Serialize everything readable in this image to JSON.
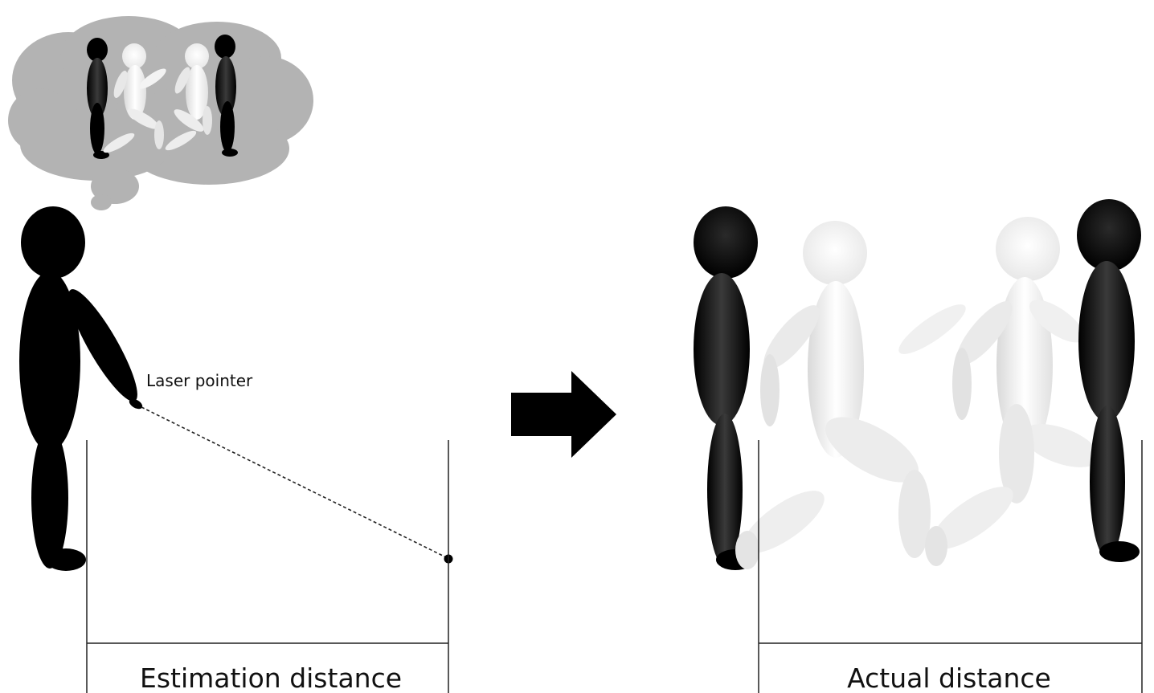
{
  "labels": {
    "laser_pointer": "Laser pointer",
    "estimation_distance": "Estimation distance",
    "actual_distance": "Actual distance"
  },
  "colors": {
    "figure_dark": "#000000",
    "figure_light": "#f2f2f2",
    "cloud": "#b3b3b3",
    "line": "#222222"
  },
  "icons": {
    "observer": "standing-person",
    "thought": "thought-bubble",
    "arrow": "right-arrow",
    "walkers": "walking-figures"
  }
}
